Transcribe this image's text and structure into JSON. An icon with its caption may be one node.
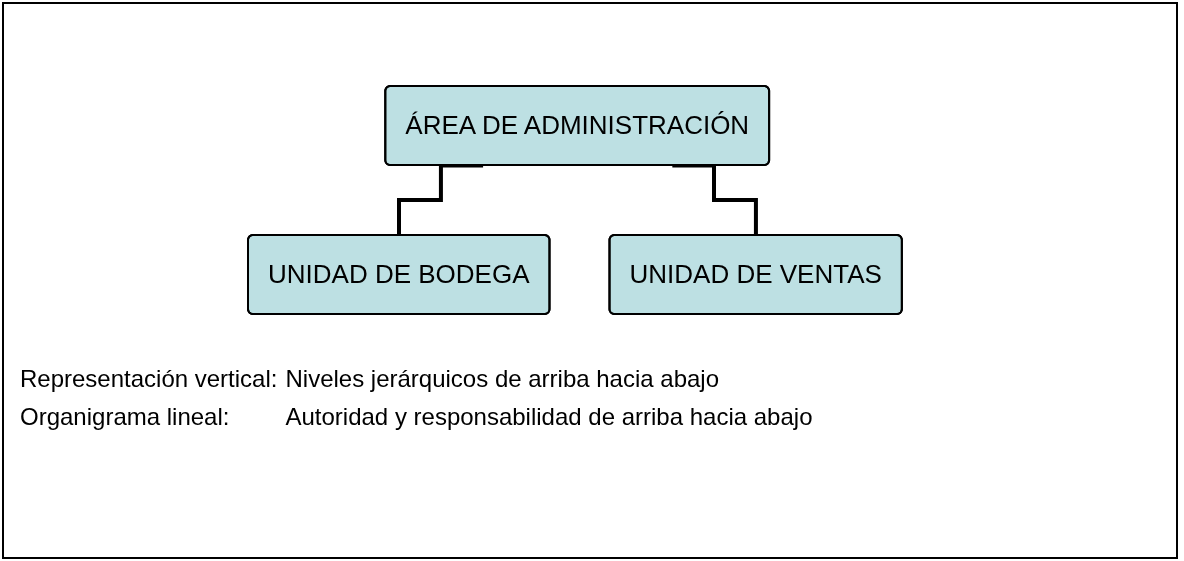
{
  "diagram": {
    "nodes": [
      {
        "text": [
          "ÁREA DE ADMINISTRACIÓN"
        ]
      },
      {
        "text": [
          "UNIDAD DE BODEGA"
        ]
      },
      {
        "text": [
          "UNIDAD DE VENTAS"
        ]
      }
    ],
    "edges": [
      {
        "from": 0,
        "to": 1,
        "arrow": "none"
      },
      {
        "from": 0,
        "to": 2,
        "arrow": "none"
      }
    ],
    "labels": [
      "Representación vertical:",
      "Niveles jerárquicos de arriba hacia abajo",
      "Organigrama lineal:",
      "Autoridad y responsabilidad de arriba hacia abajo"
    ]
  }
}
